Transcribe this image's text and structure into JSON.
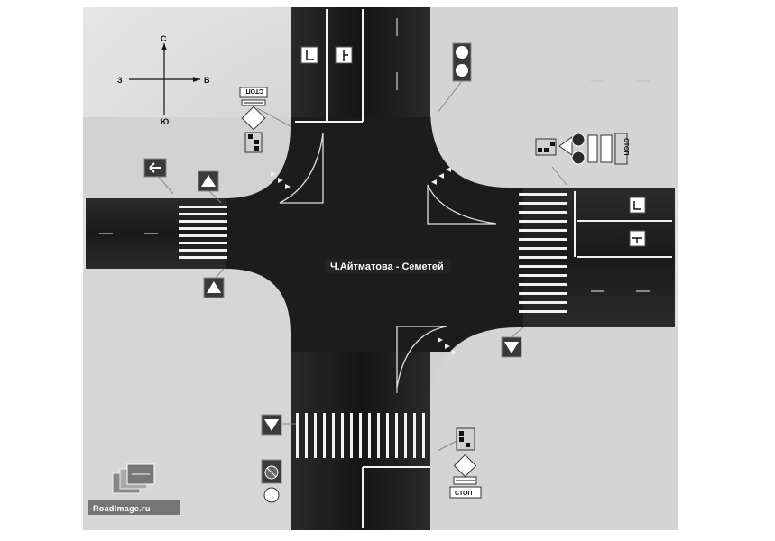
{
  "compass": {
    "north": "С",
    "south": "Ю",
    "west": "З",
    "east": "В"
  },
  "intersection": {
    "label": "Ч.Айтматова - Семетей"
  },
  "signs": {
    "stop_text": "СТОП"
  },
  "watermark": {
    "brand": "RoadImage.ru"
  },
  "colors": {
    "asphalt": "#1b1b1b",
    "ground": "#dcdcdc",
    "marking": "#f2f2f2",
    "sign_frame": "#6a6a6a"
  },
  "icons": [
    "compass-icon",
    "left-turn-arrow-icon",
    "priority-road-icon",
    "traffic-light-icon",
    "pedestrian-crossing-icon",
    "stop-sign-icon",
    "no-stopping-icon",
    "lane-direction-icon",
    "brand-logo-icon"
  ]
}
